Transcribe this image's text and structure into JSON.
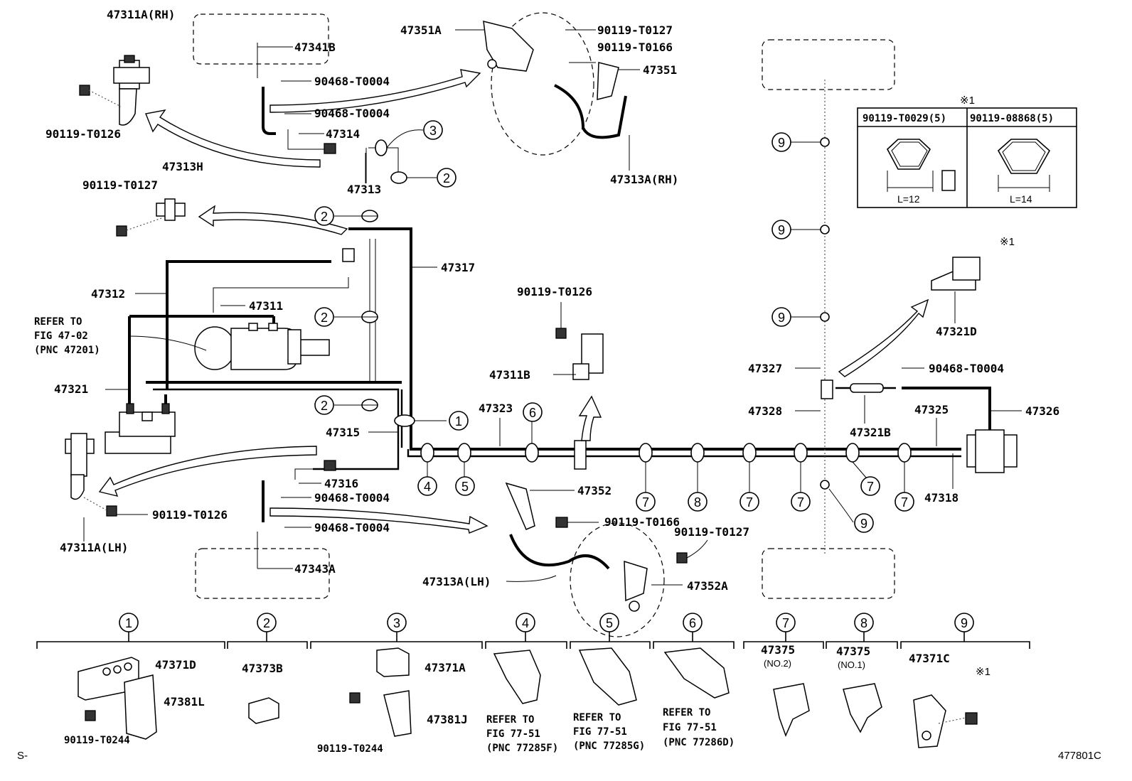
{
  "labels": {
    "p47311A_RH": "47311A(RH)",
    "p47341B": "47341B",
    "p90468_T0004_a": "90468-T0004",
    "p90468_T0004_b": "90468-T0004",
    "p47314": "47314",
    "p90119_T0126_a": "90119-T0126",
    "p47313": "47313",
    "p47313H": "47313H",
    "p90119_T0127_a": "90119-T0127",
    "p47351A": "47351A",
    "p90119_T0127_b": "90119-T0127",
    "p90119_T0166_a": "90119-T0166",
    "p47351": "47351",
    "p47313A_RH": "47313A(RH)",
    "p47317": "47317",
    "p47312": "47312",
    "p47311": "47311",
    "refer_a1": "REFER TO",
    "refer_a2": "FIG 47-02",
    "refer_a3": "(PNC 47201)",
    "p47321": "47321",
    "p47315": "47315",
    "p47316": "47316",
    "p90468_T0004_c": "90468-T0004",
    "p90468_T0004_d": "90468-T0004",
    "p90119_T0126_b": "90119-T0126",
    "p47311A_LH": "47311A(LH)",
    "p47343A": "47343A",
    "p90119_T0126_c": "90119-T0126",
    "p47311B": "47311B",
    "p47323": "47323",
    "p47352": "47352",
    "p90119_T0166_b": "90119-T0166",
    "p90119_T0127_c": "90119-T0127",
    "p47352A": "47352A",
    "p47313A_LH": "47313A(LH)",
    "p47327": "47327",
    "p47328": "47328",
    "p47321B": "47321B",
    "p47325": "47325",
    "p47326": "47326",
    "p90468_T0004_e": "90468-T0004",
    "p47321D": "47321D",
    "p47318": "47318",
    "note_mark": "※1",
    "note_mark2": "※1",
    "note_mark3": "※1",
    "tbl_col1": "90119-T0029(5)",
    "tbl_col2": "90119-08868(5)",
    "tbl_l1": "L=12",
    "tbl_l2": "L=14",
    "s_prefix": "S-",
    "fig_code": "477801C"
  },
  "callouts": {
    "c1": "1",
    "c2": "2",
    "c3": "3",
    "c4": "4",
    "c5": "5",
    "c6": "6",
    "c7": "7",
    "c8": "8",
    "c9": "9"
  },
  "legend": {
    "g1": {
      "n": "1",
      "a": "47371D",
      "b": "47381L",
      "c": "90119-T0244"
    },
    "g2": {
      "n": "2",
      "a": "47373B"
    },
    "g3": {
      "n": "3",
      "a": "47371A",
      "b": "47381J",
      "c": "90119-T0244"
    },
    "g4": {
      "n": "4",
      "r1": "REFER TO",
      "r2": "FIG 77-51",
      "r3": "(PNC 77285F)"
    },
    "g5": {
      "n": "5",
      "r1": "REFER TO",
      "r2": "FIG 77-51",
      "r3": "(PNC 77285G)"
    },
    "g6": {
      "n": "6",
      "r1": "REFER TO",
      "r2": "FIG 77-51",
      "r3": "(PNC 77286D)"
    },
    "g7": {
      "n": "7",
      "a": "47375",
      "b": "(NO.2)"
    },
    "g8": {
      "n": "8",
      "a": "47375",
      "b": "(NO.1)"
    },
    "g9": {
      "n": "9",
      "a": "47371C",
      "b": "※1"
    }
  }
}
